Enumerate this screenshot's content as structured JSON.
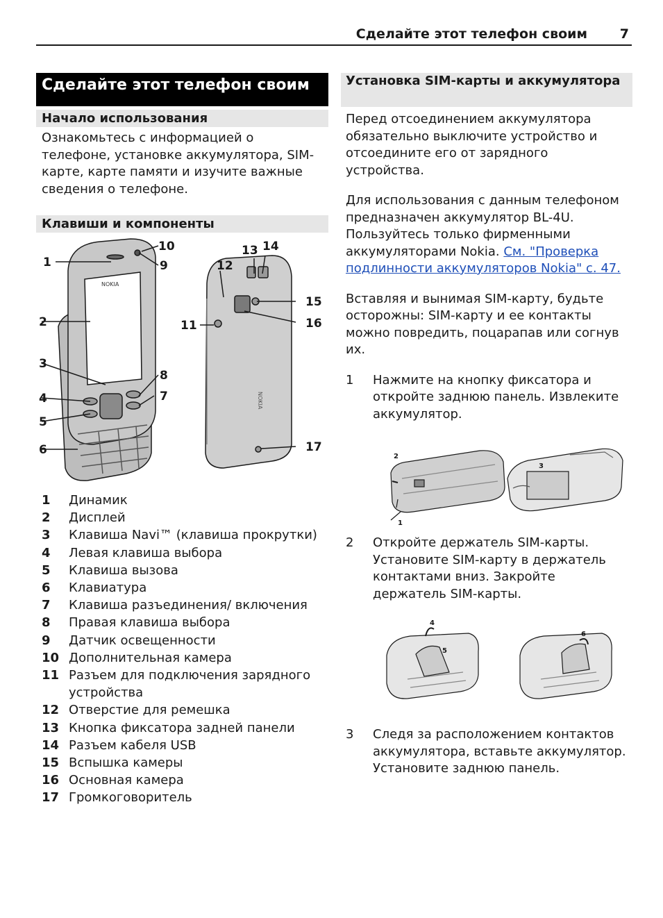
{
  "header": {
    "title": "Сделайте этот телефон своим",
    "page_number": "7"
  },
  "left": {
    "section_title": "Сделайте этот телефон своим",
    "getting_started": {
      "heading": "Начало использования",
      "text": "Ознакомьтесь с информацией о телефоне, установке аккумулятора, SIM-карте, карте памяти и изучите важные сведения о телефоне."
    },
    "keys": {
      "heading": "Клавиши и компоненты",
      "front_brand": "NOKIA",
      "back_brand": "NOKIA",
      "callouts": [
        "1",
        "2",
        "3",
        "4",
        "5",
        "6",
        "7",
        "8",
        "9",
        "10",
        "11",
        "12",
        "13",
        "14",
        "15",
        "16",
        "17"
      ],
      "items": [
        {
          "num": "1",
          "label": "Динамик"
        },
        {
          "num": "2",
          "label": "Дисплей"
        },
        {
          "num": "3",
          "label": "Клавиша Navi™ (клавиша прокрутки)"
        },
        {
          "num": "4",
          "label": "Левая клавиша выбора"
        },
        {
          "num": "5",
          "label": "Клавиша вызова"
        },
        {
          "num": "6",
          "label": "Клавиатура"
        },
        {
          "num": "7",
          "label": "Клавиша разъединения/ включения"
        },
        {
          "num": "8",
          "label": "Правая клавиша выбора"
        },
        {
          "num": "9",
          "label": "Датчик освещенности"
        },
        {
          "num": "10",
          "label": "Дополнительная камера"
        },
        {
          "num": "11",
          "label": "Разъем для подключения зарядного устройства"
        },
        {
          "num": "12",
          "label": "Отверстие для ремешка"
        },
        {
          "num": "13",
          "label": "Кнопка фиксатора задней панели"
        },
        {
          "num": "14",
          "label": "Разъем кабеля USB"
        },
        {
          "num": "15",
          "label": "Вспышка камеры"
        },
        {
          "num": "16",
          "label": "Основная камера"
        },
        {
          "num": "17",
          "label": "Громкоговоритель"
        }
      ]
    }
  },
  "right": {
    "heading": "Установка SIM-карты и аккумулятора",
    "para1": "Перед отсоединением аккумулятора обязательно выключите устройство и отсоедините его от зарядного устройства.",
    "para2": "Для использования с данным телефоном предназначен аккумулятор BL-4U. Пользуйтесь только фирменными аккумуляторами Nokia.",
    "link": "См. \"Проверка подлинности аккумуляторов Nokia\" с. 47.",
    "para3": "Вставляя и вынимая SIM-карту, будьте осторожны: SIM-карту и ее контакты можно повредить, поцарапав или согнув их.",
    "steps": [
      {
        "num": "1",
        "text": "Нажмите на кнопку фиксатора и откройте заднюю панель. Извлеките аккумулятор."
      },
      {
        "num": "2",
        "text": "Откройте держатель SIM-карты. Установите SIM-карту в держатель контактами вниз. Закройте держатель SIM-карты."
      },
      {
        "num": "3",
        "text": "Следя за расположением контактов аккумулятора, вставьте аккумулятор. Установите заднюю панель."
      }
    ],
    "illus1_callouts": [
      "2",
      "1",
      "3"
    ],
    "illus2_callouts": [
      "4",
      "5",
      "6"
    ]
  },
  "colors": {
    "text": "#1a1a1a",
    "heading_bar": "#000000",
    "subheading_bar": "#e6e6e6",
    "link": "#1f4fb8"
  }
}
